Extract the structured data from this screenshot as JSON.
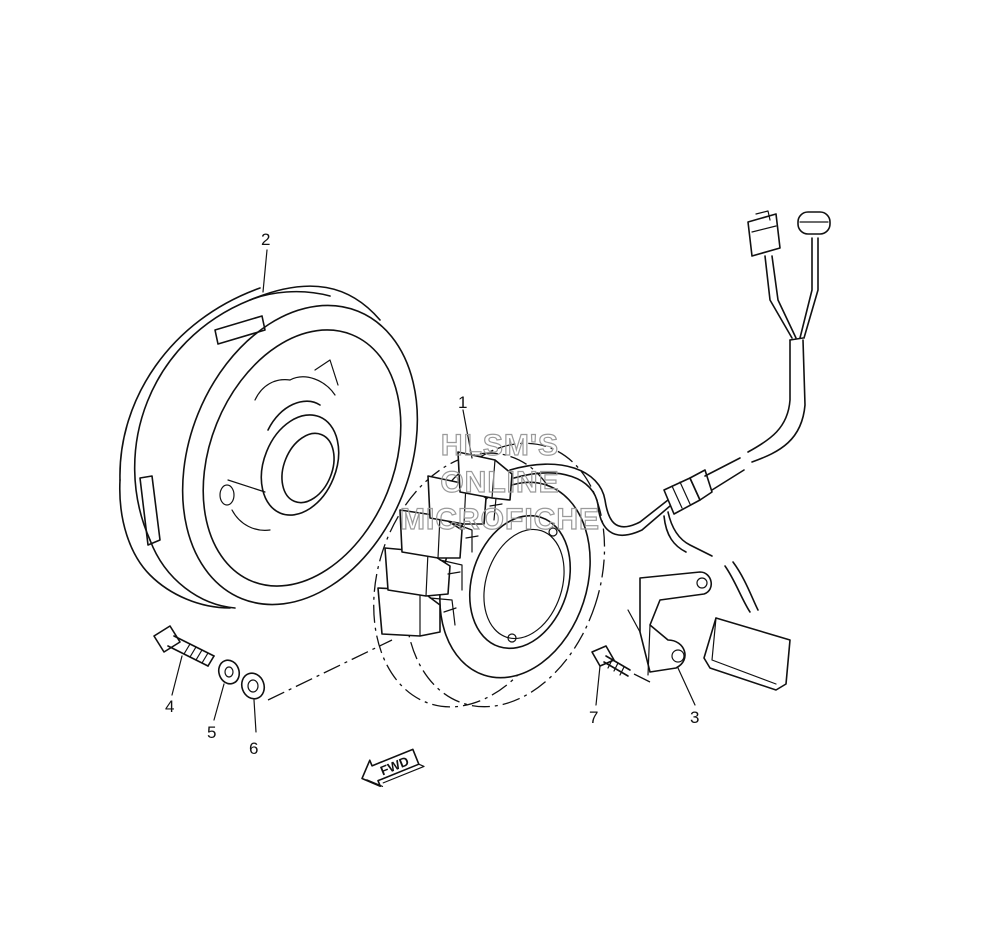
{
  "callouts": {
    "stator_assembly": "1",
    "rotor_flywheel": "2",
    "bracket": "3",
    "bolt": "4",
    "lock_washer": "5",
    "washer": "6",
    "screw": "7"
  },
  "direction_label": "FWD",
  "watermark": {
    "line1": "HLSM'S",
    "line2": "ONLINE",
    "line3": "MICROFICHE"
  }
}
